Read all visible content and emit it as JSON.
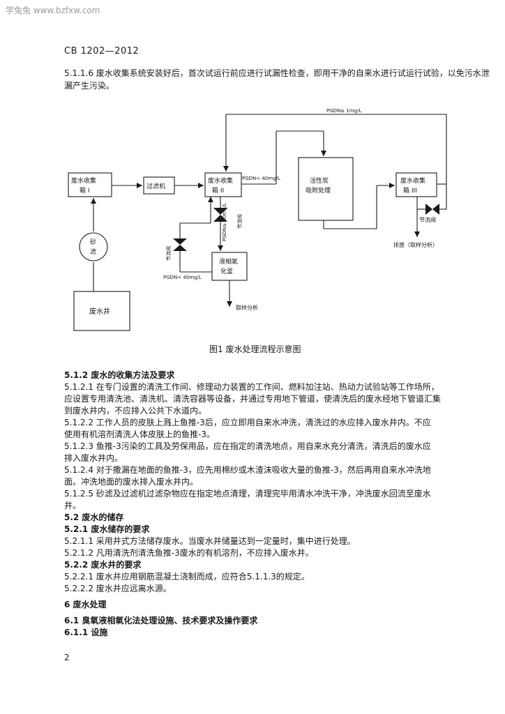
{
  "watermark": "学兔兔 www.bzfxw.com",
  "standard_no": "CB 1202—2012",
  "p_5116": "5.1.1.6  废水收集系统安装好后，首次试运行前应进行试漏性检查，即用干净的自来水进行试运行试验，以免污水泄漏产生污染。",
  "diagram": {
    "box_tank1": [
      "废水收集",
      "箱 I"
    ],
    "box_filter": "过滤机",
    "box_tank2": [
      "废水收集",
      "箱 II"
    ],
    "box_carbon": [
      "活性炭",
      "吸附处理"
    ],
    "box_tank3": [
      "废水收集",
      "箱 III"
    ],
    "box_sand": [
      "砂",
      "滤"
    ],
    "box_well": "废水井",
    "box_oxid": [
      "液相氧",
      "化釜"
    ],
    "lbl_pgdn_top": "PGDN≥ 1mg/L",
    "lbl_pgdn_mid": "PGDN< 40mg/L",
    "lbl_pgdn_v": "PGDN≥ 40mg/L",
    "lbl_valve_v": "节流阀",
    "lbl_valve_left": "节流阀",
    "lbl_pgdn_left": "PGDN< 40mg/L",
    "lbl_sample": "取样分析",
    "lbl_valve_right": "节流阀",
    "lbl_discharge": "排放（取样分析）"
  },
  "caption": "图1   废水处理流程示意图",
  "lines": [
    {
      "t": "5.1.2   废水的收集方法及要求",
      "h": true
    },
    {
      "t": "5.1.2.1  在专门设置的清洗工作间、修理动力装置的工作间、燃料加注站、热动力试验站等工作场所，"
    },
    {
      "t": "应设置专用清洗池、清洗机、清洗容器等设备，并通过专用地下管道，使清洗后的废水经地下管道汇集"
    },
    {
      "t": "到废水井内，不应排入公共下水道内。"
    },
    {
      "t": "5.1.2.2  工作人员的皮肤上溅上鱼推-3后，应立即用自来水冲洗，清洗过的水应排入废水井内。不应"
    },
    {
      "t": "使用有机溶剂清洗人体皮肤上的鱼推-3。"
    },
    {
      "t": "5.1.2.3  鱼推-3污染的工具及劳保用品，应在指定的清洗地点，用自来水充分清洗，清洗后的废水应"
    },
    {
      "t": "排入废水井内。"
    },
    {
      "t": "5.1.2.4  对于撒漏在地面的鱼推-3，应先用棉纱或木渣沫吸收大量的鱼推-3，然后再用自来水冲洗地"
    },
    {
      "t": "面。冲洗地面的废水排入废水井内。"
    },
    {
      "t": "5.1.2.5  砂滤及过滤机过滤杂物应在指定地点清理，清理完毕用清水冲洗干净，冲洗废水回流至废水"
    },
    {
      "t": "井。"
    },
    {
      "t": "5.2   废水的储存",
      "h": true
    },
    {
      "t": "5.2.1   废水储存的要求",
      "h": true
    },
    {
      "t": "5.2.1.1  采用井式方法储存废水。当废水井储量达到一定量时，集中进行处理。"
    },
    {
      "t": "5.2.1.2  凡用清洗剂清洗鱼推-3废水的有机溶剂，不应排入废水井。"
    },
    {
      "t": "5.2.2   废水井的要求",
      "h": true
    },
    {
      "t": "5.2.2.1  废水井应用钢筋混凝土浇制而成，应符合5.1.1.3的规定。"
    },
    {
      "t": "5.2.2.2  废水井应远离水源。"
    },
    {
      "t": "",
      "gap": true
    },
    {
      "t": "6   废水处理",
      "h": true
    },
    {
      "t": "",
      "gap": true
    },
    {
      "t": "6.1   臭氧液相氧化法处理设施、技术要求及操作要求",
      "h": true
    },
    {
      "t": "6.1.1   设施",
      "h": true
    }
  ],
  "page_no": "2"
}
